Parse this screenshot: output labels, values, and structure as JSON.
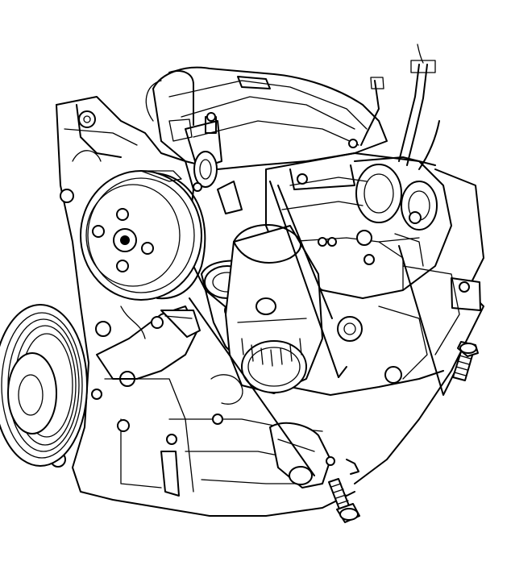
{
  "figure": {
    "labels": []
  },
  "colors": {
    "line": "#000000",
    "background": "#ffffff"
  },
  "components": [
    {
      "name": "engine-block"
    },
    {
      "name": "water-pump-pulley"
    },
    {
      "name": "crankshaft-pulley"
    },
    {
      "name": "oil-filter"
    },
    {
      "name": "oil-filter-adapter"
    },
    {
      "name": "intake-manifold"
    },
    {
      "name": "upper-bolt"
    },
    {
      "name": "lower-bolt"
    }
  ]
}
